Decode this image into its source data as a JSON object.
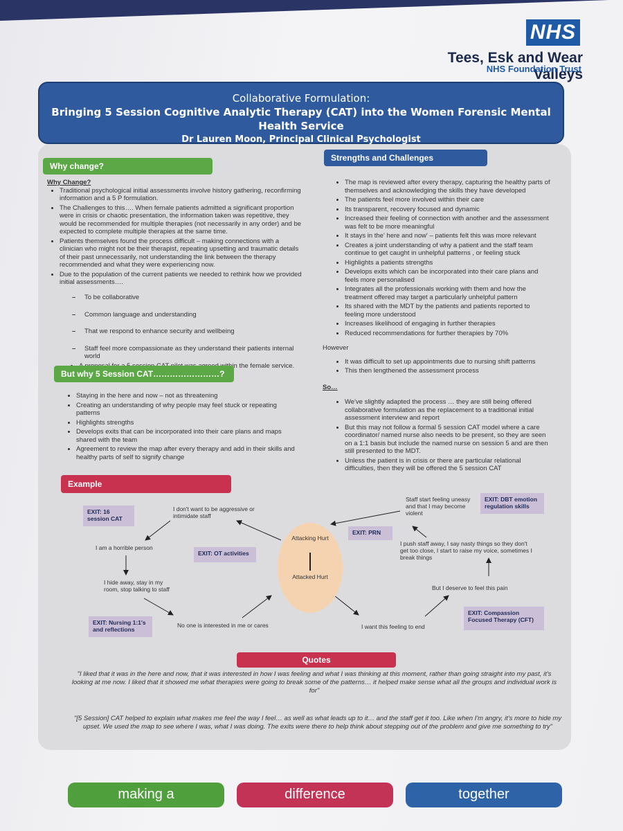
{
  "header": {
    "logo": "NHS",
    "trust_name": "Tees, Esk and Wear Valleys",
    "trust_sub": "NHS Foundation Trust"
  },
  "title": {
    "line1": "Collaborative Formulation:",
    "line2": "Bringing 5 Session Cognitive Analytic Therapy (CAT) into the Women Forensic Mental Health Service",
    "line3": "Dr Lauren Moon, Principal Clinical Psychologist"
  },
  "why_change": {
    "heading": "Why change?",
    "subheading": "Why Change?",
    "bullets": [
      "Traditional psychological initial assessments involve history gathering, reconfirming information and a 5 P formulation.",
      "The Challenges to this…. When female patients admitted a significant proportion were in crisis or chaotic presentation, the information taken was repetitive, they would be recommended for multiple therapies (not necessarily in any order) and be expected to complete multiple therapies at the same time.",
      "Patients themselves found the process difficult – making connections with a clinician who might not be their therapist, repeating upsetting and traumatic details of their past unnecessarily, not understanding the link between the therapy recommended and what they were experiencing now.",
      "Due to the population of the current patients we needed to rethink how we provided initial assessments…."
    ],
    "dashes": [
      "To be collaborative",
      "Common language and understanding",
      "That we respond to enhance security and wellbeing",
      "Staff feel more compassionate as they understand their patients internal world"
    ],
    "final_bullet": "A proposal for a 5 session CAT pilot was agreed within the female service."
  },
  "why_5": {
    "heading": "But why 5 Session CAT……………………?",
    "bullets": [
      "Staying in the here and now – not as threatening",
      "Creating an understanding of why people may feel stuck or repeating patterns",
      "Highlights strengths",
      "Develops exits that can be incorporated into their care plans and maps shared with the team",
      "Agreement to review the map after every therapy and add in their skills and healthy parts of self to signify change"
    ]
  },
  "strengths": {
    "heading": "Strengths and Challenges",
    "bullets": [
      "The map is reviewed after every therapy, capturing the healthy parts of themselves and acknowledging the skills they have developed",
      "The patients feel more involved within their care",
      "Its transparent, recovery focused and dynamic",
      "Increased their feeling of connection with another and the assessment was felt to be more meaningful",
      "It stays in the' here and now' – patients felt this was more relevant",
      "Creates a joint understanding of why a patient and the staff team continue to get caught in unhelpful patterns , or feeling stuck",
      "Highlights a patients strengths",
      "Develops exits which can be incorporated into their care plans  and feels more personalised",
      "Integrates all the professionals working with them and how the treatment offered may target a particularly unhelpful pattern",
      "Its shared with the MDT by the patients and patients reported to feeling more understood",
      "Increases likelihood of engaging in further therapies",
      "Reduced recommendations for further therapies by 70%"
    ],
    "however_label": "However",
    "however_bullets": [
      "It was difficult to set up appointments due to nursing shift patterns",
      "This then lengthened the assessment process"
    ],
    "so_label": "So…",
    "so_bullets": [
      "We've slightly adapted the process … they are still being offered collaborative formulation as the replacement to a traditional initial assessment interview and report",
      "But this may not follow a formal 5 session CAT model where a care coordinator/ named nurse also needs to be present, so they are seen on a 1:1 basis but include the named nurse on session 5 and are then still presented to the MDT.",
      "Unless the patient is in crisis or there are particular relational difficulties, then they will be offered the 5 session CAT"
    ]
  },
  "example": {
    "heading": "Example",
    "exits": {
      "cat16": "EXIT: 16 session CAT",
      "ot": "EXIT: OT activities",
      "nursing": "EXIT: Nursing 1:1's and reflections",
      "prn": "EXIT: PRN",
      "dbt": "EXIT: DBT emotion regulation skills",
      "cft": "EXIT: Compassion Focused Therapy (CFT)"
    },
    "nodes": {
      "aggressive": "I don't want to be aggressive or intimidate staff",
      "horrible": "I am a horrible person",
      "hide": "I hide away, stay in my room, stop talking to staff",
      "no_one": "No one is interested in me or cares",
      "end": "I want this feeling to end",
      "deserve": "But I deserve to feel this pain",
      "push": "I push staff away, I say nasty things so they don't get too close, I start to raise my voice, sometimes I break things",
      "staff": "Staff start feeling uneasy and that I may become violent"
    },
    "core_top": "Attacking Hurt",
    "core_bottom": "Attacked Hurt"
  },
  "quotes": {
    "heading": "Quotes",
    "q1": "\"I liked that it was in the here and now, that it was interested in how I was feeling and what I was thinking at this moment, rather than going straight into my past, it's looking at me now. I liked that it showed me what therapies were going to break some of the patterns… it helped make sense what all the groups and individual work is for\"",
    "q2": "\"[5 Session] CAT helped to explain what makes me feel the way I feel… as well as what leads up to it… and the staff get it too. Like when I'm angry, it's more to hide my upset. We used the map to see where I was, what I was doing. The exits were there to help think about stepping out of the problem and give me something to try\""
  },
  "footer": {
    "p1": "making a",
    "p2": "difference",
    "p3": "together"
  },
  "colors": {
    "nhs_blue": "#1f5aa6",
    "title_blue": "#2f5b9e",
    "green": "#5da846",
    "red": "#c8324f",
    "exit_lilac": "#cbbfd8",
    "core_peach": "#f6d3b0"
  }
}
